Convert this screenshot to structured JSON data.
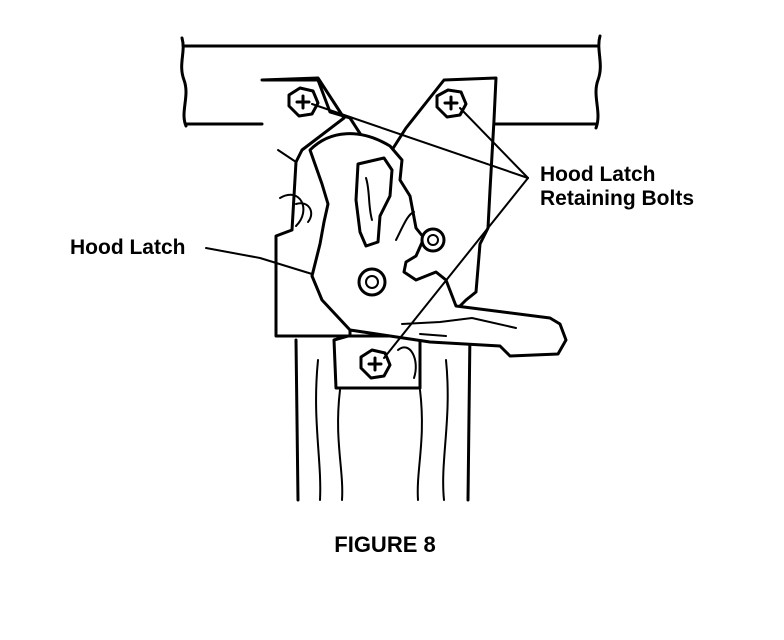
{
  "labels": {
    "hood_latch": "Hood Latch",
    "retaining_bolts_line1": "Hood Latch",
    "retaining_bolts_line2": "Retaining Bolts"
  },
  "caption": "FIGURE 8",
  "colors": {
    "ink": "#000000",
    "paper": "#ffffff"
  }
}
